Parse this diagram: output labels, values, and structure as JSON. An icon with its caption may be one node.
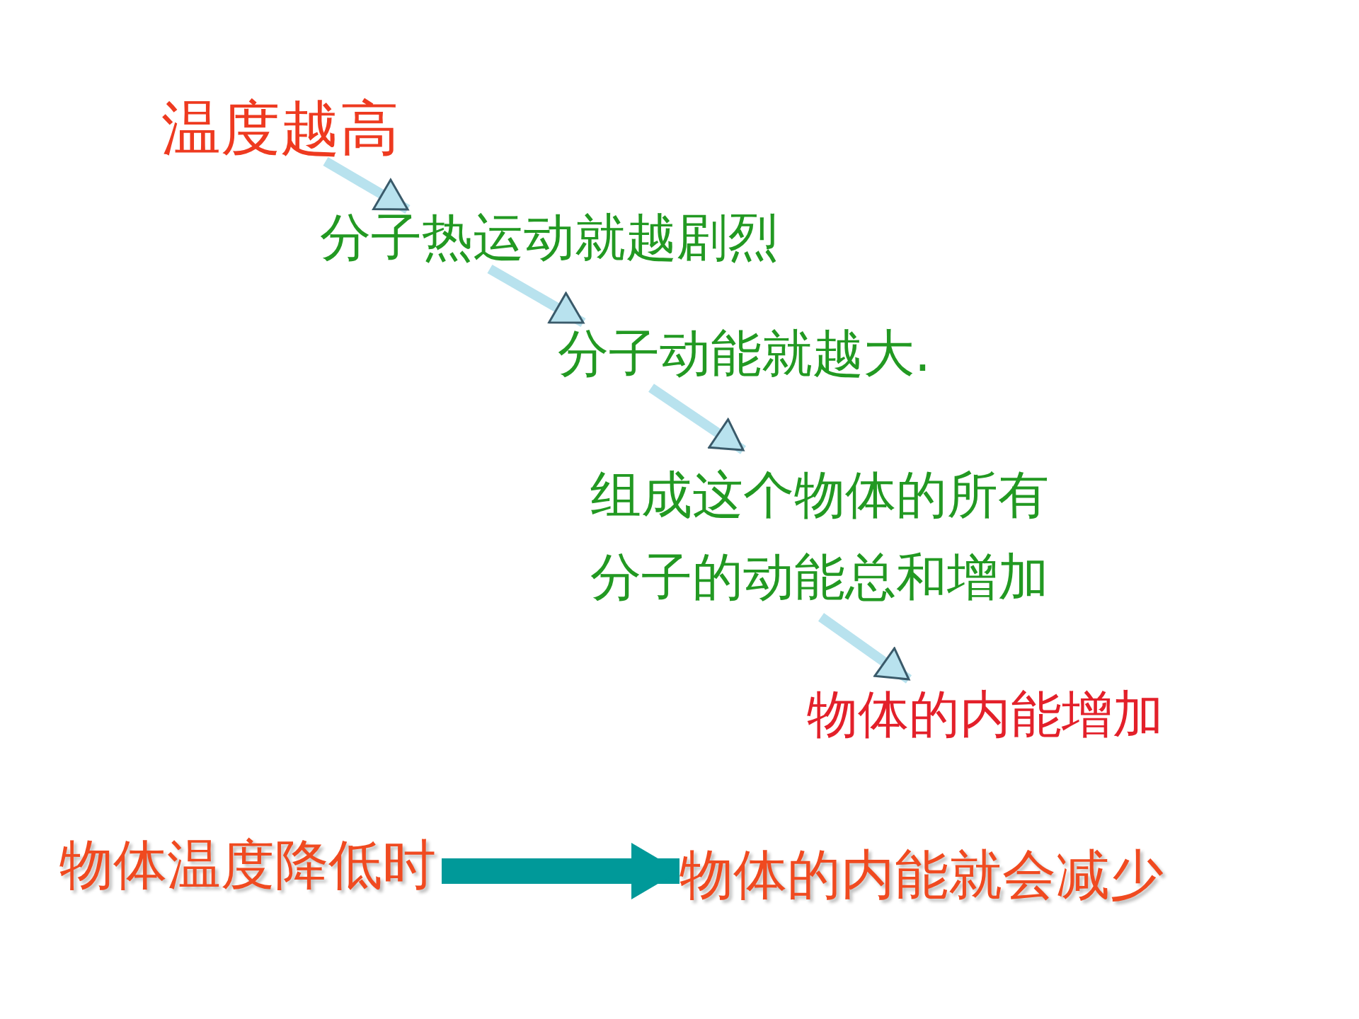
{
  "diagram": {
    "nodes": [
      {
        "text": [
          "温度越高"
        ]
      },
      {
        "text": [
          "分子热运动就越剧烈"
        ]
      },
      {
        "text": [
          "分子动能就越大."
        ]
      },
      {
        "text": [
          "组成这个物体的所有分子的动能总和增加"
        ]
      },
      {
        "text": [
          "物体的内能增加"
        ]
      },
      {
        "text": [
          "物体温度降低时"
        ]
      },
      {
        "text": [
          "物体的内能就会减少"
        ]
      }
    ],
    "edges": [
      {
        "from": 0,
        "to": 1,
        "arrow": "to"
      },
      {
        "from": 1,
        "to": 2,
        "arrow": "to"
      },
      {
        "from": 2,
        "to": 3,
        "arrow": "to"
      },
      {
        "from": 3,
        "to": 4,
        "arrow": "to"
      },
      {
        "from": 5,
        "to": 6,
        "arrow": "to",
        "style": "thick",
        "color": "#009999"
      }
    ]
  }
}
